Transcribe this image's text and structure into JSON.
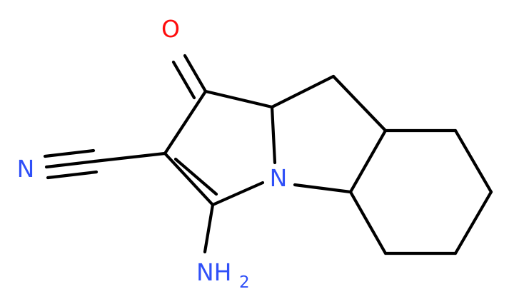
{
  "atoms": {
    "oxygen": "O",
    "nitrile_n": "N",
    "ring_n": "N",
    "amine_n": "NH",
    "amine_sub": "2"
  },
  "colors": {
    "bond": "#000000",
    "oxygen": "#ff0d0d",
    "nitrogen": "#3050f8"
  }
}
